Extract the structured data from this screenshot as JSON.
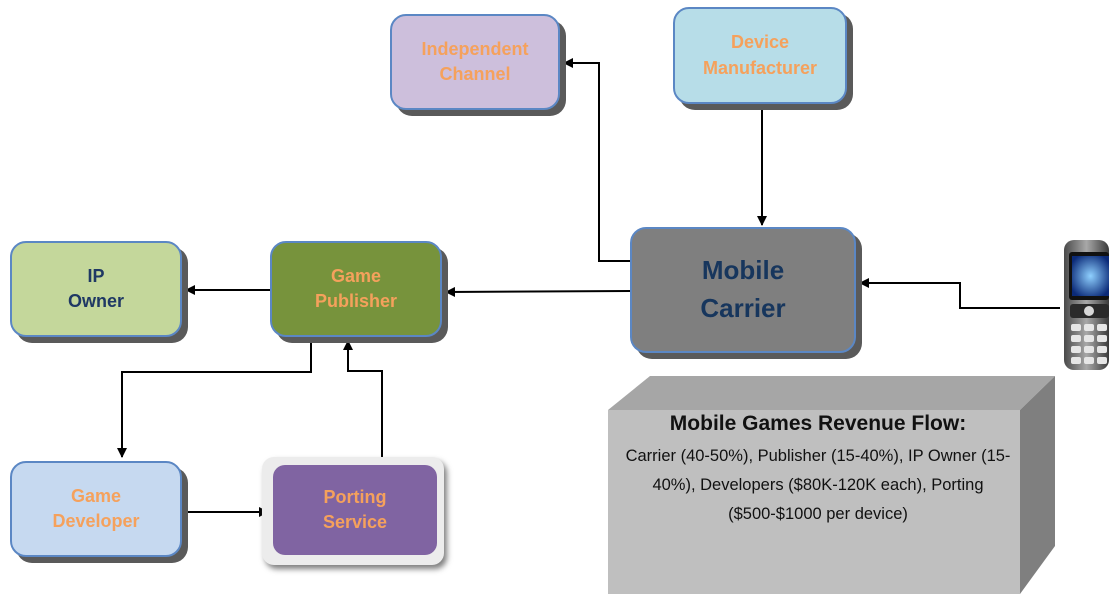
{
  "nodes": {
    "independent_channel": {
      "line1": "Independent",
      "line2": "Channel"
    },
    "device_manufacturer": {
      "line1": "Device",
      "line2": "Manufacturer"
    },
    "mobile_carrier": {
      "line1": "Mobile",
      "line2": "Carrier"
    },
    "ip_owner": {
      "line1": "IP",
      "line2": "Owner"
    },
    "game_publisher": {
      "line1": "Game",
      "line2": "Publisher"
    },
    "game_developer": {
      "line1": "Game",
      "line2": "Developer"
    },
    "porting_service": {
      "line1": "Porting",
      "line2": "Service"
    }
  },
  "info": {
    "title": "Mobile Games Revenue Flow:",
    "body": "Carrier (40-50%), Publisher (15-40%), IP Owner (15-40%), Developers ($80K-120K each), Porting ($500-$1000 per device)"
  },
  "colors": {
    "node_border": "#5b87c4",
    "arrow": "#000000",
    "label_orange": "#f5a15c",
    "label_navy": "#1f3864",
    "carrier_text": "#17365d",
    "info_box_front": "#bfbfbf"
  },
  "icons": {
    "phone": "mobile-phone-icon"
  }
}
